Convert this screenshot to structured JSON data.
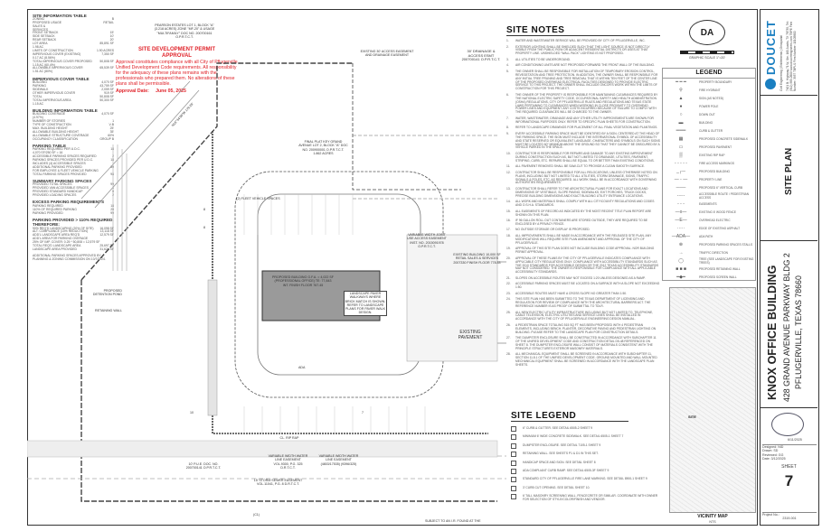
{
  "site_info": {
    "title": "SITE INFORMATION TABLE",
    "rows": [
      [
        "ZONING",
        "B"
      ],
      [
        "PROPOSED USAGE",
        "RETAIL"
      ],
      [
        "SALES &",
        ""
      ],
      [
        "SERVICES",
        ""
      ],
      [
        "FRONT SETBACK",
        "15'"
      ],
      [
        "SIDE SETBACK",
        "10'"
      ],
      [
        "REAR SETBACK",
        "20'"
      ],
      [
        "LOT AREA",
        "85,891 SF"
      ],
      [
        "1.98 AC",
        ""
      ],
      [
        "LIMITS OF CONSTRUCTION",
        "1.90 ACRES"
      ],
      [
        "IMPERVIOUS COVER (EXISTING)",
        "7,350 SF"
      ],
      [
        "0.17 AC (8.56%)",
        ""
      ],
      [
        "TOTAL IMPERVIOUS COVER PROPOSED",
        "50,808 SF"
      ],
      [
        "1.15 AC (60.4%)",
        ""
      ],
      [
        "ALLOWABLE IMPERVIOUS COVER",
        "65,539 SF"
      ],
      [
        "1.51 AC (80%)",
        ""
      ]
    ]
  },
  "impervious": {
    "title": "IMPERVIOUS COVER TABLE",
    "rows": [
      [
        "BUILDING",
        "4,070 SF"
      ],
      [
        "PARKING",
        "43,759 SF"
      ],
      [
        "SIDEWALK",
        "2,059 SF"
      ],
      [
        "OTHER IMPERVIOUS COVER",
        "919 SF"
      ],
      [
        "TOTAL",
        "50,808 SF"
      ],
      [
        "TOTAL IMPERVIOUS AREA",
        "50,300 SF"
      ],
      [
        "1.15 AC",
        ""
      ]
    ]
  },
  "building_info": {
    "title": "BUILDING INFORMATION TABLE",
    "rows": [
      [
        "BUILDING COVERAGE",
        "4,070 SF"
      ],
      [
        "(4.97%)",
        ""
      ],
      [
        "NUMBER OF STORIES",
        "1"
      ],
      [
        "TYPE OF CONSTRUCTION",
        "V-B"
      ],
      [
        "MAX. BUILDING HEIGHT",
        "25'"
      ],
      [
        "ALLOWABLE BUILDING HEIGHT",
        "35'"
      ],
      [
        "ALLOWABLE STRUCTURE COVERAGE",
        "60%"
      ],
      [
        "OCCUPANCY CLASSIFICATION",
        "GROUP B"
      ]
    ]
  },
  "parking": {
    "title": "PARKING TABLE",
    "rows": [
      [
        "PARKING REQUIRED PER U.D.C.",
        "18"
      ],
      [
        "4,070 SF/250 SF = 16",
        ""
      ],
      [
        "ACCESSIBLE PARKING SPACES REQUIRED",
        "2"
      ],
      [
        "PARKING SPACES PROVIDED PER U.D.C.",
        "18"
      ],
      [
        "INCLUDES (4) ACCESSIBLE SPACES",
        ""
      ],
      [
        "ADDITIONAL PARKING PROVIDED",
        "80"
      ],
      [
        "FOR EMPLOYEE & FLEET VEHICLE PARKING",
        ""
      ],
      [
        "TOTAL PARKING SPACES PROVIDED",
        "98"
      ]
    ]
  },
  "summary_parking": {
    "title": "SUMMARY PARKING SPACES",
    "rows": [
      [
        "PROVIDED TOTAL SPACES",
        "99"
      ],
      [
        "PROVIDED VAN ACCESSIBLE SPACES",
        "4"
      ],
      [
        "PROVIDED STANDARD HANDICAP",
        "0"
      ],
      [
        "PROVIDED LOADING SPACES",
        "2"
      ]
    ]
  },
  "excess_parking": {
    "title": "EXCESS PARKING REQUIREMENTS",
    "rows": [
      [
        "PARKING REQUIRED",
        "18"
      ],
      [
        "110% OF REQUIRED PARKING",
        "20"
      ],
      [
        "PARKING PROVIDED",
        "99"
      ]
    ]
  },
  "parking_110": {
    "title": "PARKING PROVIDED > 110% REQUIRED. THEREFORE:",
    "rows": [
      [
        "90% REQ'D LANDSCAPING (20% OF SITE)",
        "16,098 SF"
      ],
      [
        "ALT. COMPLIANCE (10% REDUCTION)",
        "13,118 SF"
      ],
      [
        "ADD'L LANDSCAPE AREA REQ'D",
        "12,579 SF"
      ],
      [
        "ADD'L AREA FOR PARKING OVERAGE",
        ""
      ],
      [
        "25% OF IMP. COVER: 0.25 * 50,808 = 12,579 SF",
        ""
      ],
      [
        "TOTAL REQ'D LANDSCAPE AREA",
        "25,697 SF"
      ],
      [
        "LANDSCAPE AREA PROVIDED",
        "31,624 SF"
      ]
    ],
    "note": "ADDITIONAL PARKING SPACES APPROVED BY PLANNING & ZONING COMMISSION ON 10/7/2024."
  },
  "permit": {
    "title1": "SITE DEVELOPMENT PERMIT",
    "title2": "APPROVAL",
    "body": "Approval constitutes compliance with all City of Pflugerville Unified Development Code requirements. All responsibility for the adequacy of these plans remains with the professionals who prepared them. No alterations of these plans shall be permissible.",
    "date_label": "Approval Date:",
    "date": "June 05, 2025",
    "color": "#e0232a"
  },
  "plan_labels": {
    "adjacent": "PEARSON ESTATES LOT 1, BLOCK \"A\" (3.218 ACRES) ZONE \"MF-20\" & USAGE \"MULTIFAMILY\" DOC NO. 200700161 O.P.R.T.C.T.",
    "bearing": "N16°34'38\"W 179.28'",
    "access_easement": "EXISTING 30' ACCESS EASEMENT AND DRAINAGE EASEMENT",
    "drainage": "30' DRAINAGE & ACCESS ESMT 200700141 O.P.R.T.C.T.",
    "fleet": "(2) FLEET VEHICLE SPACES",
    "final_plat": "FINAL PLAT KEY GRAND AVENUE LOT 2, BLOCK \"A\" DOC NO. 200900001 O.P.R.T.C.T. 1.862 ACRES",
    "building": "PROPOSED BUILDING G.F.A. = 4,022 SF (PROFESSIONAL OFFICE) TE: 77,843 INT. FINISH FLOOR 767.45",
    "landscape": "LANDSCAPE PAVER WALKWAYS WHERE BRICK MATCH IS SHOWN. REFER TO LANDSCAPE PLANS FOR PAVER WALK DESIGN.",
    "joint_use": "VARIABLE WIDTH JOINT USE ACCESS EASEMENT INST. NO. 2015091978 O.P.R.T.C.T.",
    "existing_building": "EXISTING BUILDING 10,000 SF RETAIL SALES & SERVICES 2007330 FINISH FLOOR 778.33",
    "existing_pavement": "EXISTING PAVEMENT",
    "detention": "PROPOSED DETENTION POND",
    "retaining": "RETAINING WALL",
    "riprap": "CL. RIP RAP",
    "pue": "10' P.U.E. DOC. NO. 200700141 O.P.R.T.C.T.",
    "waterline": "VARIABLE WIDTH WATER LINE EASEMENT VOL.9300, P.G. 325 D.R.T.C.T.",
    "waterline2": "VARIABLE WIDTH WATER LINE EASEMENT (4803/17535) (9396/325)",
    "storm": "15' STORM SEWER EASEMENT VOL.11041, P.G. 8 D.R.T.C.T.",
    "ada": "ADA",
    "c1": "(C1)",
    "bottom": "SUBJECT TO AN I.R. FOUND AT THE",
    "space_counts": [
      "8",
      "8",
      "10",
      "7"
    ]
  },
  "site_notes": {
    "title": "SITE NOTES",
    "items": [
      "WATER AND WASTEWATER SERVICE WILL BE PROVIDED BY CITY OF PFLUGERVILLE, INC.",
      "EXTERIOR LIGHTING SHALL BE SHIELDED SUCH THAT THE LIGHT SOURCE IS NOT DIRECTLY VISIBLE FROM THE PUBLIC ROW OR ADJACENT RESIDENTIAL DISTRICTS OR USES AT THAT PROPERTY LINE. UNSHIELDED \"WALL PACK\" LIGHTING IS NOT PROPOSED.",
      "ALL UTILITIES TO BE UNDERGROUND.",
      "AIR CONDITIONING UNITS ARE NOT PROPOSED FORWARD THE FRONT WALL OF THE BUILDING.",
      "THE OWNER SHALL BE RESPONSIBLE FOR INSTALLATION OF TEMPORARY EROSION CONTROL, REVEGETATION AND TREE PROTECTION. IN ADDITION, THE OWNER SHALL BE RESPONSIBLE FOR ANY INITIAL TREE PRUNING AND TREE REMOVAL THAT IS WITHIN TEN FEET OF THE CENTER LINE OF THE PROPOSED OVERHEAD ELECTRICAL FACILITIES DESIGNED TO PROVIDE ELECTRIC SERVICE TO THIS PROJECT. THE OWNER SHALL INCLUDE ONCOR'S WORK WITHIN THE LIMITS OF CONSTRUCTION FOR THIS PROJECT.",
      "THE OWNER OF THE PROPERTY IS RESPONSIBLE FOR MAINTAINING CLEARANCES REQUIRED BY THE NATIONAL ELECTRIC SAFETY CODE, OCCUPATIONAL SAFETY AND HEALTH ADMINISTRATION (OSHA) REGULATIONS, CITY OF PFLUGERVILLE RULES AND REGULATIONS AND TEXAS STATE LAWS PERTAINING TO CLEARANCES WHEN WORKING IN CLOSE PROXIMITY TO OVERHEAD POWER LINES AND EQUIPMENT. ANY COSTS INCURRED BECAUSE OF FAILURE TO COMPLY WITH THE REQUIRED CLEARANCES WILL BE CHARGED TO THE OWNER.",
      "WATER, WASTEWATER, DRAINAGE AND ANY OTHER UTILITY IMPROVEMENTS ARE SHOWN FOR INFORMATIONAL PURPOSES ONLY. REFER TO SPECIFIC PLAN SHEETS FOR CONSTRUCTION.",
      "REFER TO LANDSCAPE DRAWINGS FOR PLACEMENT OF ALL FINAL VEGETATION AND PLANTINGS.",
      "EVERY ACCESSIBLE PARKING SPACE MUST BE IDENTIFIED BY A SIGN, CENTERED AT THE HEAD OF THE PARKING SPACE. THE SIGN MUST INCLUDE THE INTERNATIONAL SYMBOL OF ACCESSIBILITY AND STATE RESERVED OR EQUIVALENT LANGUAGE. CHARACTERS AND SYMBOLS ON SUCH SIGNS MUST BE LOCATED 60\" MINIMUM ABOVE THE GROUND SO THAT THEY CANNOT BE OBSCURED BY A VEHICLE PARKED IN THE SPACE.",
      "CONTRACTOR IS RESPONSIBLE FOR REPAIRS AND DAMAGE TO ANY EXISTING IMPROVEMENT DURING CONSTRUCTION SUCH AS, BUT NOT LIMITED TO DRAINAGE, UTILITIES, PAVEMENT, STRIPING, CURB, ETC. REPAIRS SHALL BE EQUAL TO OR BETTER THAN EXISTING CONDITIONS.",
      "ALL PAVEMENT REMOVED SHALL BE SAW-CUT TO PROVIDE A CLEAN SMOOTH SURFACE.",
      "CONTRACTOR SHALL BE RESPONSIBLE FOR ALL RELOCATIONS, UNLESS OTHERWISE NOTED ON PLANS, INCLUDING BUT NOT LIMITED TO ALL UTILITIES, STORM DRAINAGE, SIGNS, TRAFFIC SIGNALS & POLES, ETC. AS REQUIRED. ALL WORK SHALL BE IN ACCORDANCE WITH GOVERNING AUTHORITIES REQUIREMENTS.",
      "CONTRACTOR SHALL REFER TO THE ARCHITECTURAL PLANS FOR EXACT LOCATIONS AND DIMENSIONS OF VESTIBULE, SLOPE PAVING, SIDEWALKS, EXIT PORCHES, TRUCK DOCKS, PRECISE BUILDING DIMENSIONS AND EXACT BUILDING UTILITY ENTRANCE LOCATIONS.",
      "ALL WORK AND MATERIALS SHALL COMPLY WITH ALL CITY/COUNTY REGULATIONS AND CODES AND O.S.H.A. STANDARDS.",
      "ALL EASEMENTS OF RECORD AS INDICATED BY THE MOST RECENT TITLE PLAN REPORT ARE SHOWN ON THIS PLAN.",
      "IF 96 GALLON ROLL OUT CONTAINERS ARE STORED OUTSIDE, THEY ARE REQUIRED TO BE ENCLOSED BY A PRIVACY FENCE.",
      "NO OUTSIDE STORAGE OR DISPLAY IS PROPOSED.",
      "ALL IMPROVEMENTS SHALL BE MADE IN ACCORDANCE WITH THE RELEASED SITE PLAN. ANY MODIFICATIONS WILL REQUIRE SITE PLAN AMENDMENT AND APPROVAL OF THE CITY OF PFLUGERVILLE.",
      "APPROVAL OF THIS SITE PLAN DOES NOT INCLUDE BUILDING CODE APPROVAL. NOR BUILDING PERMIT APPROVAL.",
      "APPROVAL OF THESE PLANS BY THE CITY OF PFLUGERVILLE INDICATES COMPLIANCE WITH APPLICABLE CITY REGULATIONS ONLY. COMPLIANCE WITH ACCESSIBILITY STANDARDS SUCH AS THE 2010 STANDARDS FOR ACCESSIBLE DESIGN OR THE 2012 TEXAS ACCESSIBILITY STANDARDS MAY NOT CONSIDERED. THE OWNER IS RESPONSIBLE FOR COMPLIANCE WITH ALL APPLICABLE ACCESSIBILITY STANDARDS.",
      "SLOPES ON ACCESSIBLE ROUTES MAY NOT EXCEED 1:20 UNLESS DESIGNED AS A RAMP.",
      "ACCESSIBLE PARKING SPACES MUST BE LOCATED ON A SURFACE WITH A SLOPE NOT EXCEEDING 1:50.",
      "ACCESSIBLE ROUTES MUST HAVE A CROSS SLOPE NO GREATER THAN 1:50.",
      "THIS SITE PLAN HAS BEEN SUBMITTED TO THE TEXAS DEPARTMENT OF LICENSING AND REGULATION FOR REVIEW OF COMPLIANCE WITH THE ARCHITECTURAL BARRIERS ACT. THE REFERENCE NUMBER IS AS PROOF OF SUBMITTAL TO TDLR.",
      "ALL NEW ELECTRIC UTILITY INFRASTRUCTURE INCLUDING BUT NOT LIMITED TO, TELEPHONE, CABLE TELEVISION, ELECTRIC UTILITIES AND SERVICE LINES SHALL BE INSTALLED IN ACCORDANCE WITH THE CITY OF PFLUGERVILLE ENGINEERING DESIGN MANUAL.",
      "A PEDESTRIAN SPACE TOTALING 515 SQ FT HAS BEEN PROPOSED WITH 4 PEDESTRIAN ELEMENTS, INCLUDING BENCH, PLANTER, DECORATIVE PAVING AND PEDESTRIAN LIGHTING ON BUILDING. PLEASE REFER TO THE LANDSCAPE PLAN FOR CONSTRUCTION DETAILS.",
      "THE DUMPSTER ENCLOSURE SHALL BE CONSTRUCTED IN ACCORDANCE WITH SUBCHAPTER 11 OF THE UNIFIED DEVELOPMENT CODE AND CONSTRUCTION DETAIL D5-48 REFERENCED ON SHEET 8. THE DUMPSTER ENCLOSURE WALL CONSIST OF MATERIALS CONSISTENT WITH THE PRINCIPLE STRUCTURE'S EXTERIOR MASONRY MATERIALS.",
      "ALL MECHANICAL EQUIPMENT SHALL BE SCREENED IN ACCORDANCE WITH SUBCHAPTER 11, SECTION 11.8.1 OF THE UNIFIED DEVELOPMENT CODE. GROUND MOUNTED AND WALL MOUNTED MECHANICAL EQUIPMENT SHALL BE SCREENED IN ACCORDANCE WITH THE LANDSCAPE PLAN SHEETS."
    ]
  },
  "scale": {
    "label": "GRAPHIC SCALE 1\"=20'"
  },
  "legend": {
    "title": "LEGEND",
    "items": [
      {
        "sym": "━ ━ ━",
        "label": "PROPERTY BOUNDARY"
      },
      {
        "sym": "⚲",
        "label": "FIRE HYDRANT"
      },
      {
        "sym": "▲",
        "label": "SIGN (AS NOTED)"
      },
      {
        "sym": "●",
        "label": "POWER POLE"
      },
      {
        "sym": "○",
        "label": "DOWN OUT"
      },
      {
        "sym": "▬",
        "label": "BUILDING"
      },
      {
        "sym": "═══",
        "label": "CURB & GUTTER"
      },
      {
        "sym": "▦",
        "label": "PROPOSED CONCRETE SIDEWALK"
      },
      {
        "sym": "▭",
        "label": "PROPOSED PAVEMENT"
      },
      {
        "sym": "▒",
        "label": "EXISTING RIP RAP"
      },
      {
        "sym": "- - - - -",
        "label": "FIRE ACCESS MARKINGS"
      },
      {
        "sym": "_┌─",
        "label": "PROPOSED BUILDING"
      },
      {
        "sym": "— - —",
        "label": "PROPERTY LINE"
      },
      {
        "sym": "───",
        "label": "PROPOSED 6\" VERTICAL CURB"
      },
      {
        "sym": "-·-·-",
        "label": "ACCESSIBLE ROUTE / PEDESTRIAN ACCESS"
      },
      {
        "sym": "- - -",
        "label": "EASEMENTS"
      },
      {
        "sym": "—x—",
        "label": "EXISTING 6' WOOD FENCE"
      },
      {
        "sym": "—E—",
        "label": "OVERHEAD ELECTRIC"
      },
      {
        "sym": "·····",
        "label": "EDGE OF EXISTING ASPHALT"
      },
      {
        "sym": "—ADA—",
        "label": "ADA PATH"
      },
      {
        "sym": "⊛",
        "label": "PROPOSED PARKING SPACES STALLS"
      },
      {
        "sym": "→",
        "label": "TRAFFIC DIRECTION"
      },
      {
        "sym": "◯",
        "label": "TREE (SEE LANDSCAPE FOR EXISTING TREES)"
      },
      {
        "sym": "■ ■ ■",
        "label": "PROPOSED RETAINING WALL"
      },
      {
        "sym": "━◆━",
        "label": "PROPOSED SCREEN WALL"
      }
    ]
  },
  "site_legend": {
    "title": "SITE LEGEND",
    "items": [
      "6\" CURB & GUTTER. SEE DETAIL 6505-2 SHEET 9",
      "MINIMUM 6' WIDE CONCRETE SIDEWALK. SEE DETAIL 6505-1 SHEET 7",
      "DUMPSTER ENCLOSURE. SEE DETAIL 7105-1 SHEET 9",
      "RETAINING WALL. SEE SHEETS P1 & D1 IN THIS SET.",
      "HANDICAP SPACE AND SIGN. SEE DETAIL SHEET 8",
      "ADA COMPLIANT CURB RAMP. SEE DETAIL 6505-3F SHEET 9",
      "STANDARD CITY OF PFLUGERVILLE FIRE LANE MARKING. SEE DETAIL 8900-1 SHEET 9",
      "3' CURB CUT OPENING. SEE DETAIL SHEET 10.",
      "6' TALL MASONRY SCREENING WALL, FENCECRETE OR SIMILAR. COORDINATE WITH OWNER FOR SELECTION OF STYLE/COLOR/FINISH AND VENDOR."
    ]
  },
  "vicinity": {
    "title": "VICINITY MAP",
    "scale": "NTS",
    "site": "SITE"
  },
  "title_block": {
    "firm": "DOUCET",
    "firm_sub": "Civil Engineering | Entitlements | Geospatial",
    "firm_addr": "7401 B. Highway 71 W, Ste. 160 Austin, TX 78735, Tel: (512) 583-2600 www.doucetengineers.com TBPE Firm Number: 3937 TBPLS Firm Number: 10105800",
    "sheet_title": "SITE PLAN",
    "project": "KNOX OFFICE BUILDING",
    "address1": "428 GRAND AVENUE PARKWAY BLDG 2",
    "address2": "PFLUGERVILLE, TEXAS 78660",
    "seal_date": "6/11/2025",
    "designed": "NID",
    "drawn": "SD",
    "reviewed": "GG",
    "date": "3/12/2025",
    "sheet_label": "SHEET",
    "sheet_no": "7",
    "project_no_label": "Project No.:",
    "project_no": "2319-001",
    "brand_color": "#1a7fc1"
  }
}
